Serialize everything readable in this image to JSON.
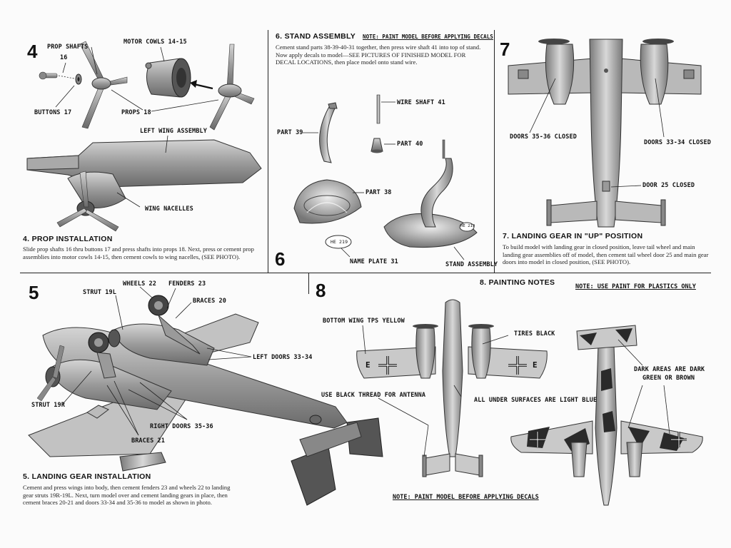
{
  "panel4": {
    "number": "4",
    "callouts": {
      "prop_shafts": "PROP SHAFTS",
      "prop_shafts_no": "16",
      "motor_cowls": "MOTOR COWLS 14-15",
      "buttons": "BUTTONS 17",
      "props": "PROPS 18",
      "left_wing": "LEFT WING ASSEMBLY",
      "wing_nacelles": "WING NACELLES"
    },
    "title": "4. PROP INSTALLATION",
    "body": "Slide prop shafts 16 thru buttons 17 and press shafts into props 18. Next, press or cement prop assemblies into motor cowls 14-15, then cement cowls to wing nacelles, (SEE PHOTO)."
  },
  "panel6": {
    "number": "6",
    "title": "6. STAND ASSEMBLY",
    "note": "NOTE: PAINT MODEL BEFORE APPLYING DECALS",
    "body": "Cement stand parts 38-39-40-31 together, then press wire shaft 41 into top of stand. Now apply decals to model—SEE PICTURES OF FINISHED MODEL FOR DECAL LOCATIONS, then place model onto stand wire.",
    "callouts": {
      "wire_shaft": "WIRE SHAFT 41",
      "part39": "PART 39",
      "part40": "PART 40",
      "part38": "PART 38",
      "name_plate": "NAME PLATE 31",
      "stand_assembly": "STAND ASSEMBLY",
      "plate_text": "HE 219",
      "stand_plate_text": "HE 219"
    }
  },
  "panel7": {
    "number": "7",
    "callouts": {
      "doors_35_36": "DOORS 35-36 CLOSED",
      "doors_33_34": "DOORS 33-34 CLOSED",
      "door_25": "DOOR 25 CLOSED"
    },
    "title": "7. LANDING GEAR IN \"UP\" POSITION",
    "body": "To build model with landing gear in closed position, leave tail wheel and main landing gear assemblies off of model, then cement tail wheel door 25 and main gear doors into model in closed position, (SEE PHOTO)."
  },
  "panel5": {
    "number": "5",
    "callouts": {
      "strut_19l": "STRUT 19L",
      "wheels": "WHEELS 22",
      "fenders": "FENDERS 23",
      "braces_20": "BRACES 20",
      "left_doors": "LEFT DOORS 33-34",
      "strut_19r": "STRUT 19R",
      "right_doors": "RIGHT DOORS 35-36",
      "braces_21": "BRACES 21"
    },
    "title": "5. LANDING GEAR INSTALLATION",
    "body": "Cement and press wings into body, then cement fenders 23 and wheels 22 to landing gear struts 19R-19L. Next, turn model over and cement landing gears in place, then cement braces 20-21 and doors 33-34 and 35-36 to model as shown in photo."
  },
  "panel8": {
    "number": "8",
    "title": "8. PAINTING NOTES",
    "note_top": "NOTE: USE PAINT FOR PLASTICS ONLY",
    "note_bottom": "NOTE: PAINT MODEL BEFORE APPLYING DECALS",
    "callouts": {
      "bottom_wing": "BOTTOM WING TPS YELLOW",
      "tires": "TIRES BLACK",
      "antenna": "USE BLACK THREAD FOR ANTENNA",
      "under_surfaces": "ALL UNDER SURFACES ARE LIGHT BLUE",
      "dark_areas_1": "DARK AREAS ARE DARK",
      "dark_areas_2": "GREEN OR BROWN",
      "wing_letter_left": "E",
      "wing_letter_right": "E"
    }
  },
  "colors": {
    "ink": "#111111",
    "metal": "#9a9a9a",
    "metal_light": "#c8c8c8",
    "camo_dark": "#2a2a2a"
  }
}
